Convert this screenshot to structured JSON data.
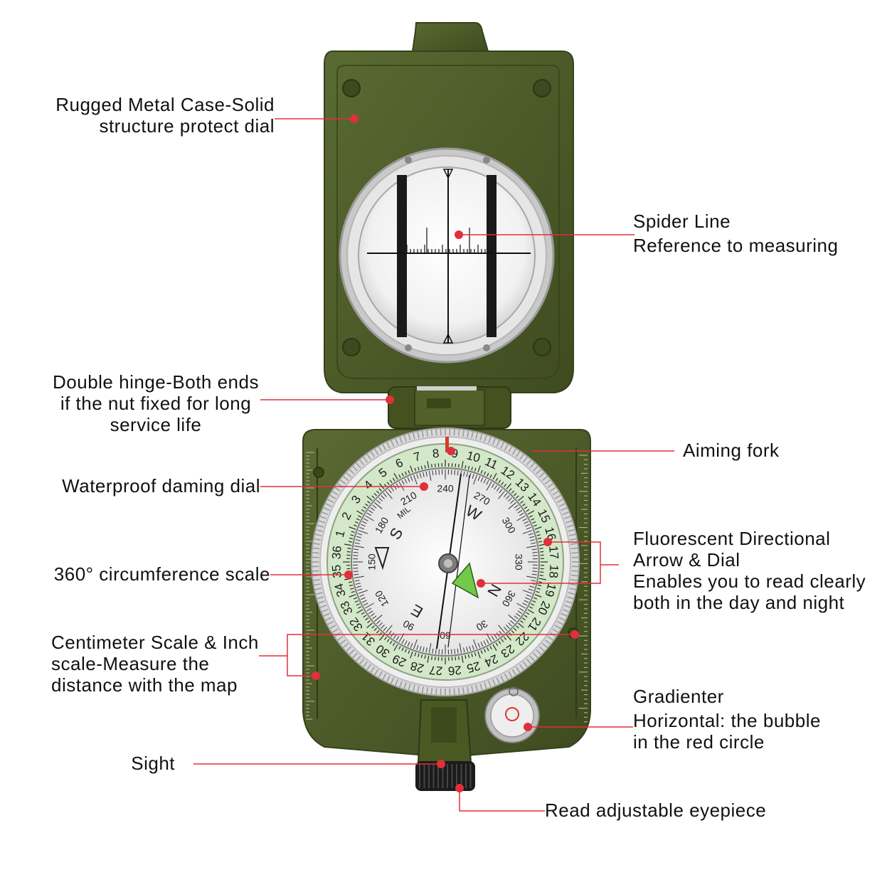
{
  "callouts": {
    "case": [
      "Rugged Metal Case-Solid",
      "structure protect dial"
    ],
    "spider": [
      "Spider Line",
      "Reference to measuring"
    ],
    "hinge": [
      "Double hinge-Both ends",
      "if the nut fixed for long",
      "service life"
    ],
    "aiming_fork": "Aiming fork",
    "dial": "Waterproof daming dial",
    "fluorescent": [
      "Fluorescent Directional",
      "Arrow & Dial",
      "Enables you to read clearly",
      "both in the day and night"
    ],
    "circumference": "360° circumference scale",
    "scale": [
      "Centimeter Scale & Inch",
      "scale-Measure the",
      "distance with the map"
    ],
    "gradienter_title": "Gradienter",
    "gradienter": [
      "Horizontal: the bubble",
      "in the red circle"
    ],
    "sight": "Sight",
    "eyepiece": "Read adjustable eyepiece"
  },
  "dial": {
    "outer_ring_numbers": [
      "1",
      "2",
      "3",
      "4",
      "5",
      "6",
      "7",
      "8",
      "9",
      "10",
      "11",
      "12",
      "13",
      "14",
      "15",
      "16",
      "17",
      "18",
      "19",
      "20",
      "21",
      "22",
      "23",
      "24",
      "25",
      "26",
      "27",
      "28",
      "29",
      "30",
      "31",
      "32",
      "33",
      "34",
      "35",
      "36"
    ],
    "inner_degrees": [
      "30",
      "60",
      "90",
      "120",
      "150",
      "180",
      "210",
      "240",
      "270",
      "300",
      "330",
      "360"
    ],
    "cardinals": [
      "N",
      "E",
      "S",
      "W"
    ],
    "mil_label": "MIL"
  },
  "colors": {
    "olive": "#4d5c2a",
    "olive_dark": "#3a461e",
    "luminous": "#d3e8c8",
    "arrow": "#72c94a",
    "pointer_dot": "#e0303a",
    "leader_line": "#e0303a"
  }
}
